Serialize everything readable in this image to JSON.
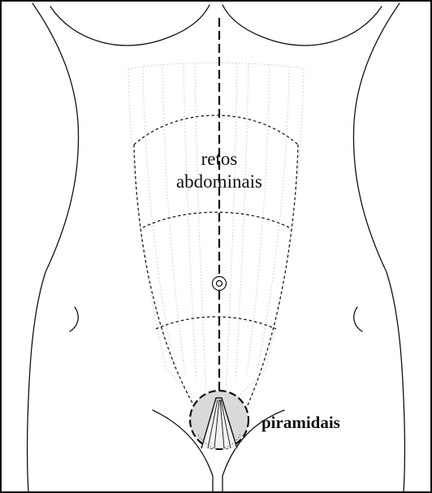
{
  "labels": {
    "rectus": [
      "retos",
      "abdominais"
    ],
    "pyramidalis": "piramidais"
  },
  "colors": {
    "outline": "#111111",
    "dashed_outline": "#1a1a1a",
    "faint_fiber": "#bdbdbd",
    "pyramidalis_fill": "#d9d9d9",
    "background": "#ffffff"
  }
}
